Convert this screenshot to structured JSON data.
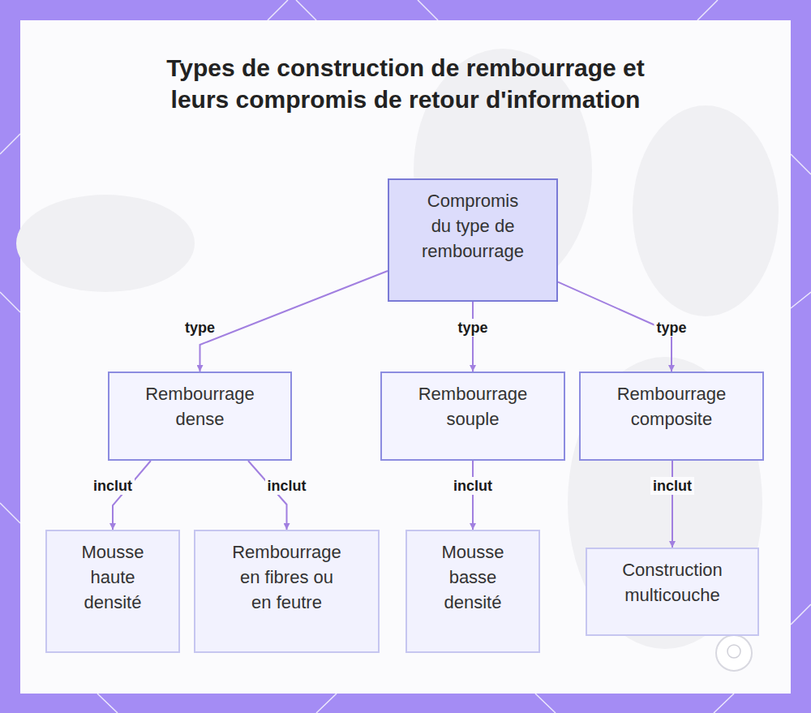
{
  "diagram": {
    "title": "Types de construction de rembourrage et leurs compromis de retour d'information",
    "nodes": [
      {
        "text": [
          "Compromis du type de rembourrage"
        ]
      },
      {
        "text": [
          "Rembourrage dense"
        ]
      },
      {
        "text": [
          "Rembourrage souple"
        ]
      },
      {
        "text": [
          "Rembourrage composite"
        ]
      },
      {
        "text": [
          "Mousse haute densité"
        ]
      },
      {
        "text": [
          "Rembourrage en fibres ou en feutre"
        ]
      },
      {
        "text": [
          "Mousse basse densité"
        ]
      },
      {
        "text": [
          "Construction multicouche"
        ]
      }
    ],
    "edges": [
      {
        "from": 0,
        "to": 1,
        "label": "type",
        "arrow": "to"
      },
      {
        "from": 0,
        "to": 2,
        "label": "type",
        "arrow": "to"
      },
      {
        "from": 0,
        "to": 3,
        "label": "type",
        "arrow": "to"
      },
      {
        "from": 1,
        "to": 4,
        "label": "inclut",
        "arrow": "to"
      },
      {
        "from": 1,
        "to": 5,
        "label": "inclut",
        "arrow": "to"
      },
      {
        "from": 2,
        "to": 6,
        "label": "inclut",
        "arrow": "to"
      },
      {
        "from": 3,
        "to": 7,
        "label": "inclut",
        "arrow": "to"
      }
    ]
  }
}
